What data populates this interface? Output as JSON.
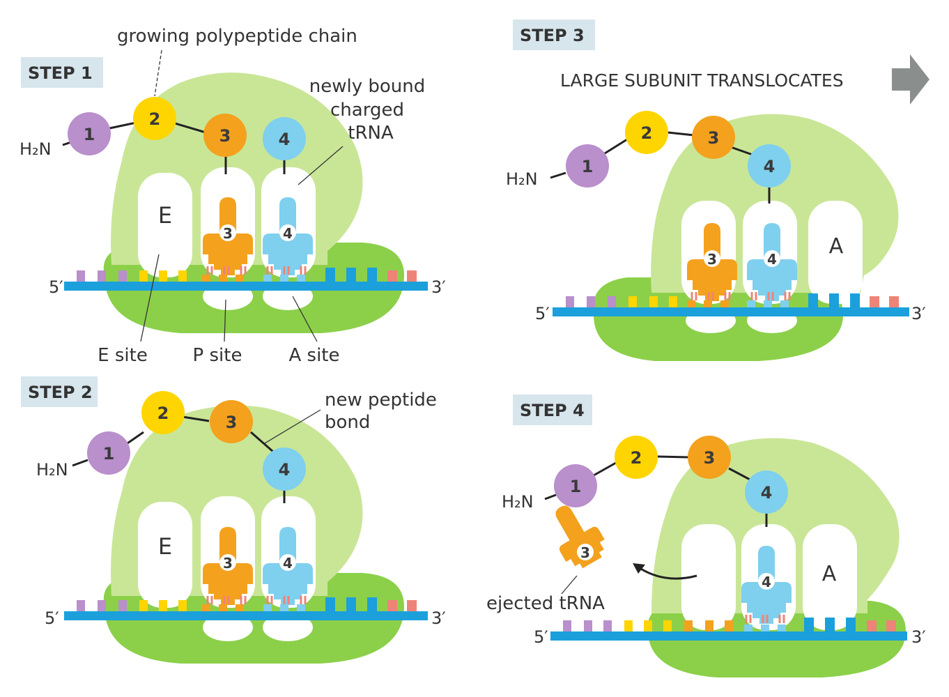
{
  "steps": [
    "STEP 1",
    "STEP 2",
    "STEP 3",
    "STEP 4"
  ],
  "labels": {
    "growing_chain": "growing polypeptide chain",
    "newly_bound_1": "newly bound",
    "newly_bound_2": "charged",
    "newly_bound_3": "tRNA",
    "new_bond_1": "new peptide",
    "new_bond_2": "bond",
    "translocates": "LARGE SUBUNIT TRANSLOCATES",
    "ejected": "ejected tRNA",
    "e_site": "E site",
    "p_site": "P site",
    "a_site": "A site",
    "E": "E",
    "A": "A",
    "h2n": "H₂N",
    "five_prime": "5′",
    "three_prime": "3′"
  },
  "amino_acids": [
    "1",
    "2",
    "3",
    "4"
  ],
  "trna_numbers": [
    "3",
    "4"
  ],
  "colors": {
    "purple": "#b98fcc",
    "yellow": "#ffd500",
    "orange": "#f4a11e",
    "blue": "#7fcfee",
    "pink": "#ee8477",
    "large_subunit": "#c9e697",
    "small_subunit": "#8cd04a",
    "mrna": "#1ba0dc",
    "step_bg": "#d7e5ec",
    "arrow": "#8a8f8d"
  }
}
